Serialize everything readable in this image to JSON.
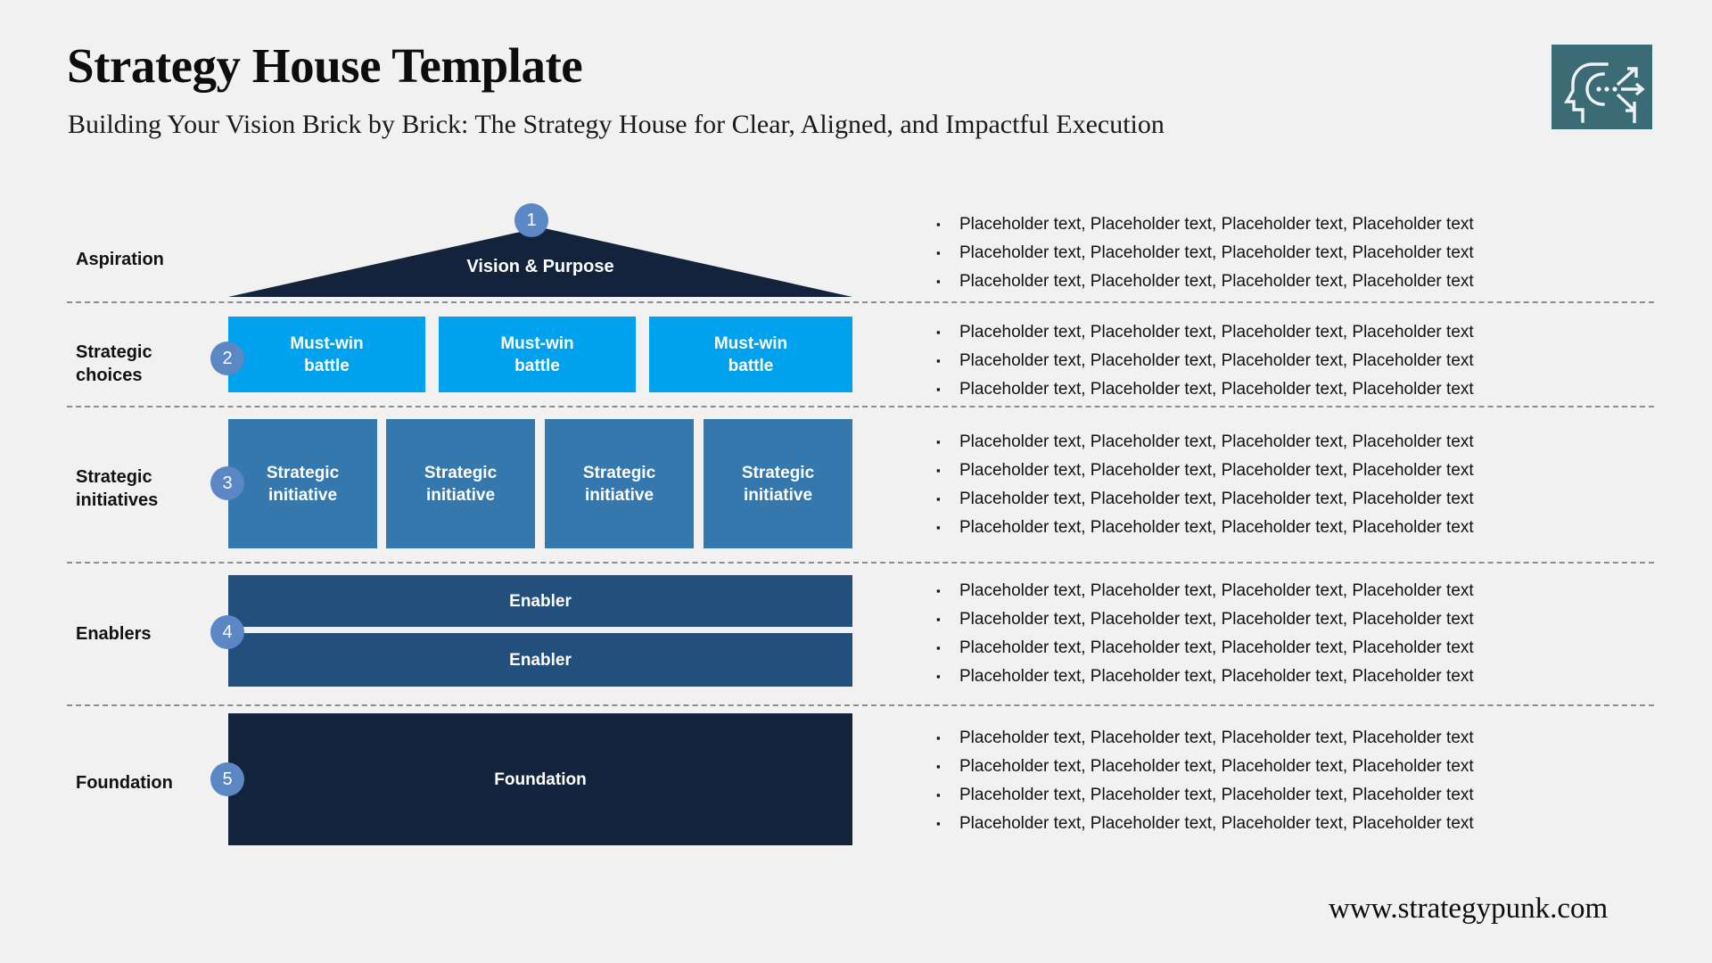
{
  "header": {
    "title": "Strategy House Template",
    "subtitle": "Building Your Vision Brick by Brick: The Strategy House for Clear, Aligned, and Impactful Execution",
    "logo_icon": "head-with-arrows-icon",
    "logo_bg": "#3b6b75"
  },
  "footer": {
    "url": "www.strategypunk.com"
  },
  "colors": {
    "background": "#f1f1f1",
    "roof": "#13233b",
    "must_win": "#00a2ee",
    "initiative": "#3578ae",
    "enabler": "#234f7c",
    "foundation": "#13233b",
    "badge": "#5b87c4",
    "divider": "#8d8d8d"
  },
  "rows": [
    {
      "id": "aspiration",
      "label": "Aspiration",
      "badge": "1",
      "blocks": [
        {
          "text": "Vision & Purpose"
        }
      ]
    },
    {
      "id": "strategic-choices",
      "label": "Strategic\nchoices",
      "label_line1": "Strategic",
      "label_line2": "choices",
      "badge": "2",
      "blocks": [
        {
          "line1": "Must-win",
          "line2": "battle"
        },
        {
          "line1": "Must-win",
          "line2": "battle"
        },
        {
          "line1": "Must-win",
          "line2": "battle"
        }
      ]
    },
    {
      "id": "strategic-initiatives",
      "label_line1": "Strategic",
      "label_line2": "initiatives",
      "badge": "3",
      "blocks": [
        {
          "line1": "Strategic",
          "line2": "initiative"
        },
        {
          "line1": "Strategic",
          "line2": "initiative"
        },
        {
          "line1": "Strategic",
          "line2": "initiative"
        },
        {
          "line1": "Strategic",
          "line2": "initiative"
        }
      ]
    },
    {
      "id": "enablers",
      "label": "Enablers",
      "badge": "4",
      "blocks": [
        {
          "text": "Enabler"
        },
        {
          "text": "Enabler"
        }
      ]
    },
    {
      "id": "foundation",
      "label": "Foundation",
      "badge": "5",
      "blocks": [
        {
          "text": "Foundation"
        }
      ]
    }
  ],
  "bullets": {
    "marker": "▪",
    "text": "Placeholder text, Placeholder text, Placeholder text, Placeholder text",
    "groups": [
      {
        "row": "aspiration",
        "count": 3
      },
      {
        "row": "strategic-choices",
        "count": 3
      },
      {
        "row": "strategic-initiatives",
        "count": 4
      },
      {
        "row": "enablers",
        "count": 4
      },
      {
        "row": "foundation",
        "count": 4
      }
    ]
  }
}
